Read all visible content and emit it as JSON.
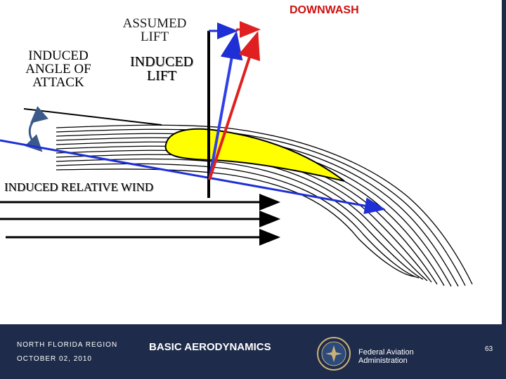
{
  "diagram": {
    "labels": {
      "assumed_lift": "ASSUMED LIFT",
      "induced_angle": "INDUCED ANGLE OF ATTACK",
      "induced_lift": "INDUCED LIFT",
      "induced_relative_wind": "INDUCED RELATIVE WIND",
      "downwash": "DOWNWASH"
    },
    "colors": {
      "airfoil": "#ffff00",
      "relative_wind": "#1f2fd6",
      "induced_lift_vector": "#3040e6",
      "downwash_vector": "#e02020",
      "angle_arc": "#3b5a8a"
    }
  },
  "footer": {
    "region": "NORTH FLORIDA REGION",
    "date": "OCTOBER 02, 2010",
    "title": "BASIC AERODYNAMICS",
    "agency": "Federal Aviation Administration",
    "page": "63",
    "seal_icon": "faa-seal-icon",
    "colors": {
      "background": "#1e2b4a",
      "text": "#ffffff"
    }
  }
}
